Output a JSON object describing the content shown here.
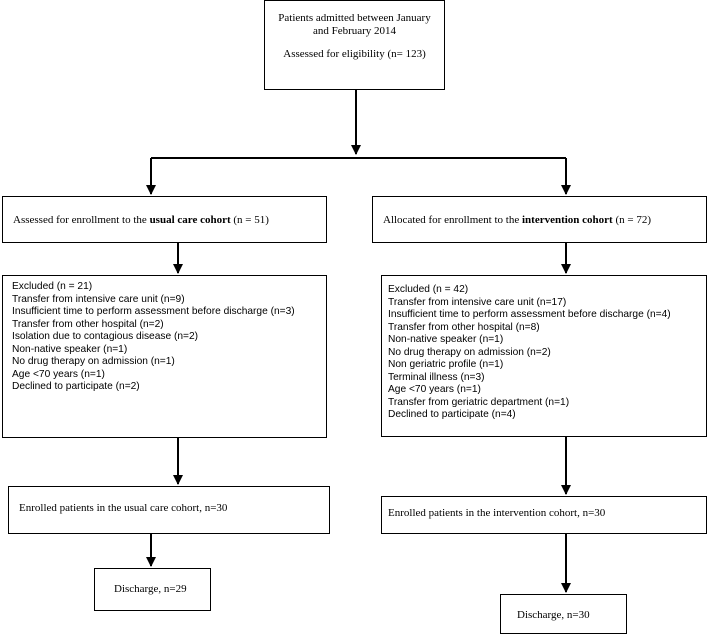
{
  "top_box": {
    "line1": "Patients admitted between January",
    "line2": "and February 2014",
    "line3": "Assessed for eligibility (n= 123)"
  },
  "usual_care": {
    "assessed": {
      "prefix": "Assessed for enrollment to the ",
      "bold": "usual care cohort",
      "suffix": " (n = 51)"
    },
    "excluded_items": [
      "Excluded (n = 21)",
      "Transfer from intensive care unit (n=9)",
      "Insufficient time to perform assessment before discharge (n=3)",
      "Transfer from other hospital (n=2)",
      "Isolation due to contagious disease (n=2)",
      "Non-native speaker (n=1)",
      "No drug therapy on admission (n=1)",
      "Age <70 years (n=1)",
      "Declined to participate (n=2)"
    ],
    "enrolled": "Enrolled patients in the usual care cohort, n=30",
    "discharge": "Discharge, n=29"
  },
  "intervention": {
    "allocated": {
      "prefix": "Allocated for enrollment to the ",
      "bold": "intervention cohort",
      "suffix": " (n = 72)"
    },
    "excluded_items": [
      "Excluded (n = 42)",
      "Transfer from intensive care unit (n=17)",
      "Insufficient time to perform assessment before discharge (n=4)",
      "Transfer from other hospital (n=8)",
      "Non-native speaker (n=1)",
      "No drug therapy on admission (n=2)",
      "Non geriatric profile (n=1)",
      "Terminal illness (n=3)",
      "Age <70 years (n=1)",
      "Transfer from geriatric department (n=1)",
      "Declined to participate (n=4)"
    ],
    "enrolled": "Enrolled patients in the intervention cohort, n=30",
    "discharge": "Discharge, n=30"
  },
  "colors": {
    "line": "#000000",
    "background": "#ffffff",
    "text": "#000000"
  }
}
